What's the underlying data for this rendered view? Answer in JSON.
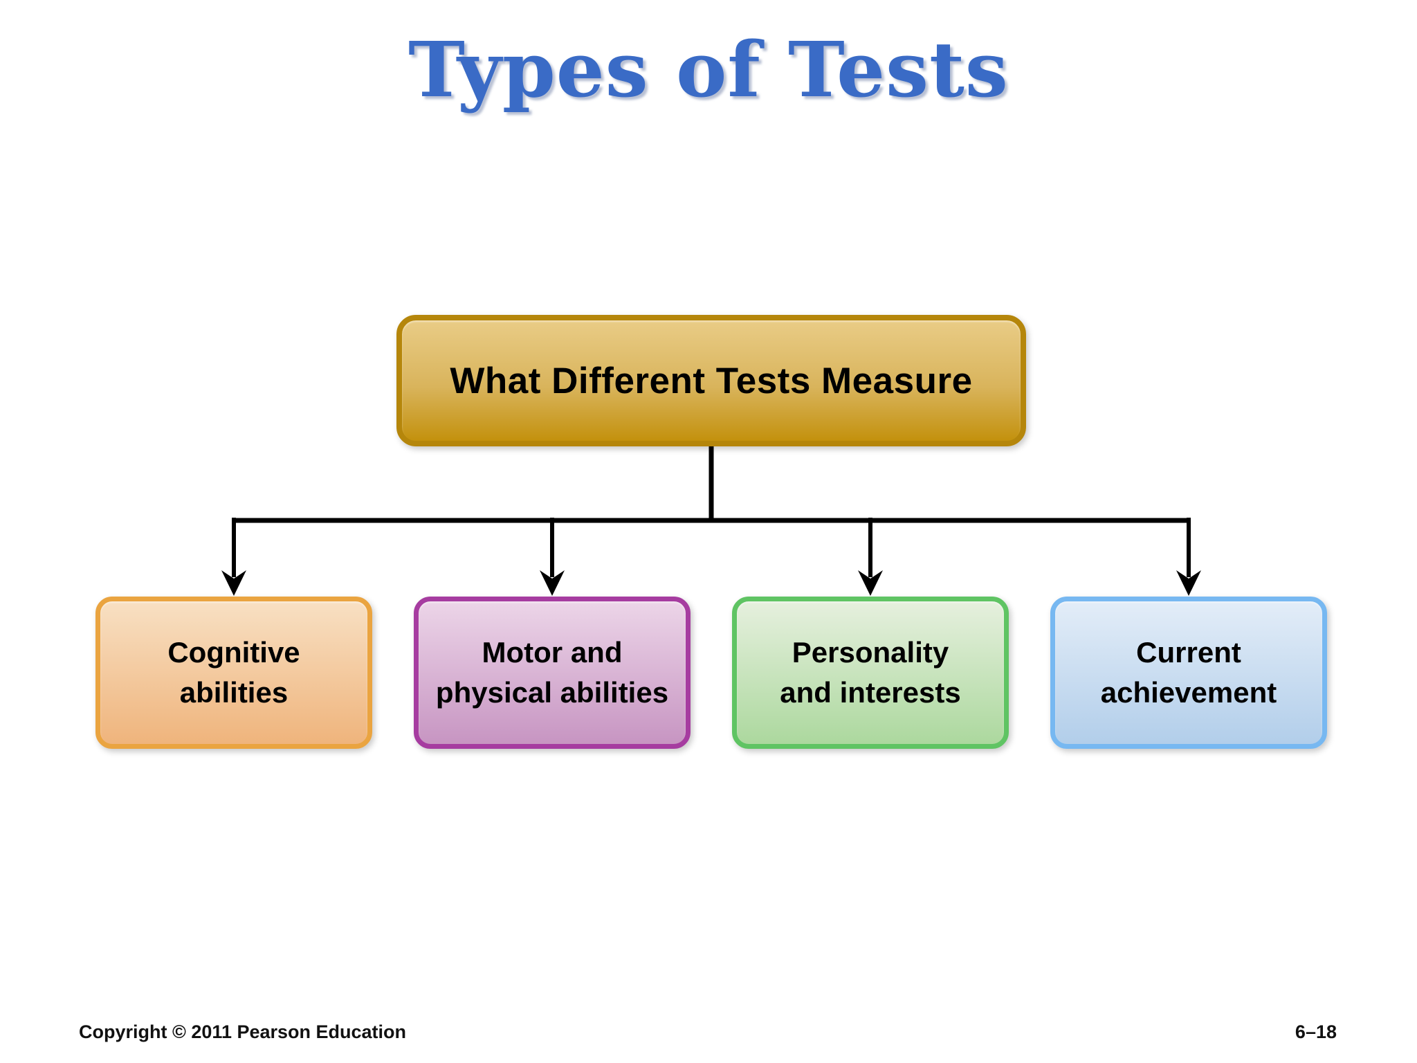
{
  "slide": {
    "title": "Types of Tests",
    "title_color": "#3A6BC6",
    "background_color": "#FFFFFF",
    "footer": {
      "copyright": "Copyright © 2011 Pearson Education",
      "page_number": "6–18"
    }
  },
  "diagram": {
    "type": "flowchart",
    "connector_color": "#000000",
    "root": {
      "label": "What Different Tests Measure",
      "colors": {
        "border": "#B5860B",
        "fill_top": "#E9CC86",
        "fill_mid": "#D9B45C",
        "fill_bottom": "#C3910D"
      }
    },
    "children": [
      {
        "id": "cognitive-abilities",
        "lines": [
          "Cognitive",
          "abilities"
        ],
        "colors": {
          "border": "#EAA440",
          "fill_top": "#F8E0C3",
          "fill_bottom": "#EFB47C"
        }
      },
      {
        "id": "motor-and-physical-abilities",
        "lines": [
          "Motor and",
          "physical abilities"
        ],
        "colors": {
          "border": "#A63CA0",
          "fill_top": "#ECD5E8",
          "fill_bottom": "#C795C2"
        }
      },
      {
        "id": "personality-and-interests",
        "lines": [
          "Personality",
          "and interests"
        ],
        "colors": {
          "border": "#5FC463",
          "fill_top": "#E6F0DE",
          "fill_bottom": "#ACD89E"
        }
      },
      {
        "id": "current-achievement",
        "lines": [
          "Current",
          "achievement"
        ],
        "colors": {
          "border": "#77B8F1",
          "fill_top": "#E3EDF8",
          "fill_bottom": "#B2CEEA"
        }
      }
    ]
  }
}
